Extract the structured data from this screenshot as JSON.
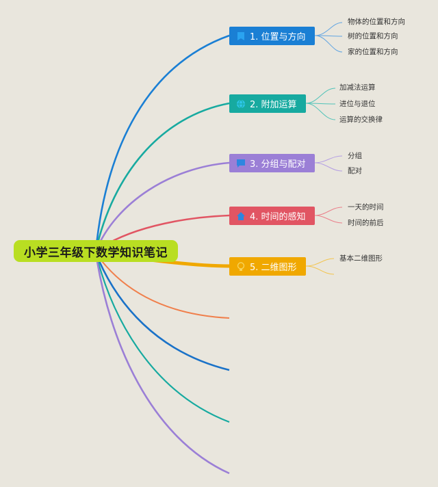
{
  "central_topic": "小学三年级下数学知识笔记",
  "branches": [
    {
      "label": "1. 位置与方向",
      "icon": "bookmark-icon",
      "color": "#1a7fd4",
      "children": [
        "物体的位置和方向",
        "树的位置和方向",
        "家的位置和方向"
      ]
    },
    {
      "label": "2. 附加运算",
      "icon": "globe-icon",
      "color": "#17aaa0",
      "children": [
        "加减法运算",
        "进位与退位",
        "运算的交换律"
      ]
    },
    {
      "label": "3. 分组与配对",
      "icon": "chat-icon",
      "color": "#9b7fd6",
      "children": [
        "分组",
        "配对"
      ]
    },
    {
      "label": "4. 时间的感知",
      "icon": "home-icon",
      "color": "#e15563",
      "children": [
        "一天的时间",
        "时间的前后"
      ]
    },
    {
      "label": "5. 二维图形",
      "icon": "lightbulb-icon",
      "color": "#f0a800",
      "children": [
        "基本二维图形"
      ]
    }
  ],
  "empty_branch_colors": [
    "#f07f4b",
    "#1a72c8",
    "#17aaa0",
    "#9b7fd6"
  ]
}
